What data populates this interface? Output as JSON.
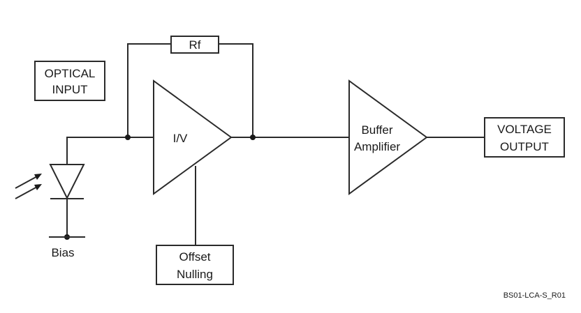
{
  "diagram": {
    "labels": {
      "optical_input_line1": "OPTICAL",
      "optical_input_line2": "INPUT",
      "feedback_resistor": "Rf",
      "iv_amplifier": "I/V",
      "buffer_line1": "Buffer",
      "buffer_line2": "Amplifier",
      "voltage_output_line1": "VOLTAGE",
      "voltage_output_line2": "OUTPUT",
      "offset_line1": "Offset",
      "offset_line2": "Nulling",
      "bias": "Bias",
      "figure_code": "BS01-LCA-S_R01"
    },
    "colors": {
      "line": "#2a2a2a",
      "background": "#ffffff"
    }
  }
}
